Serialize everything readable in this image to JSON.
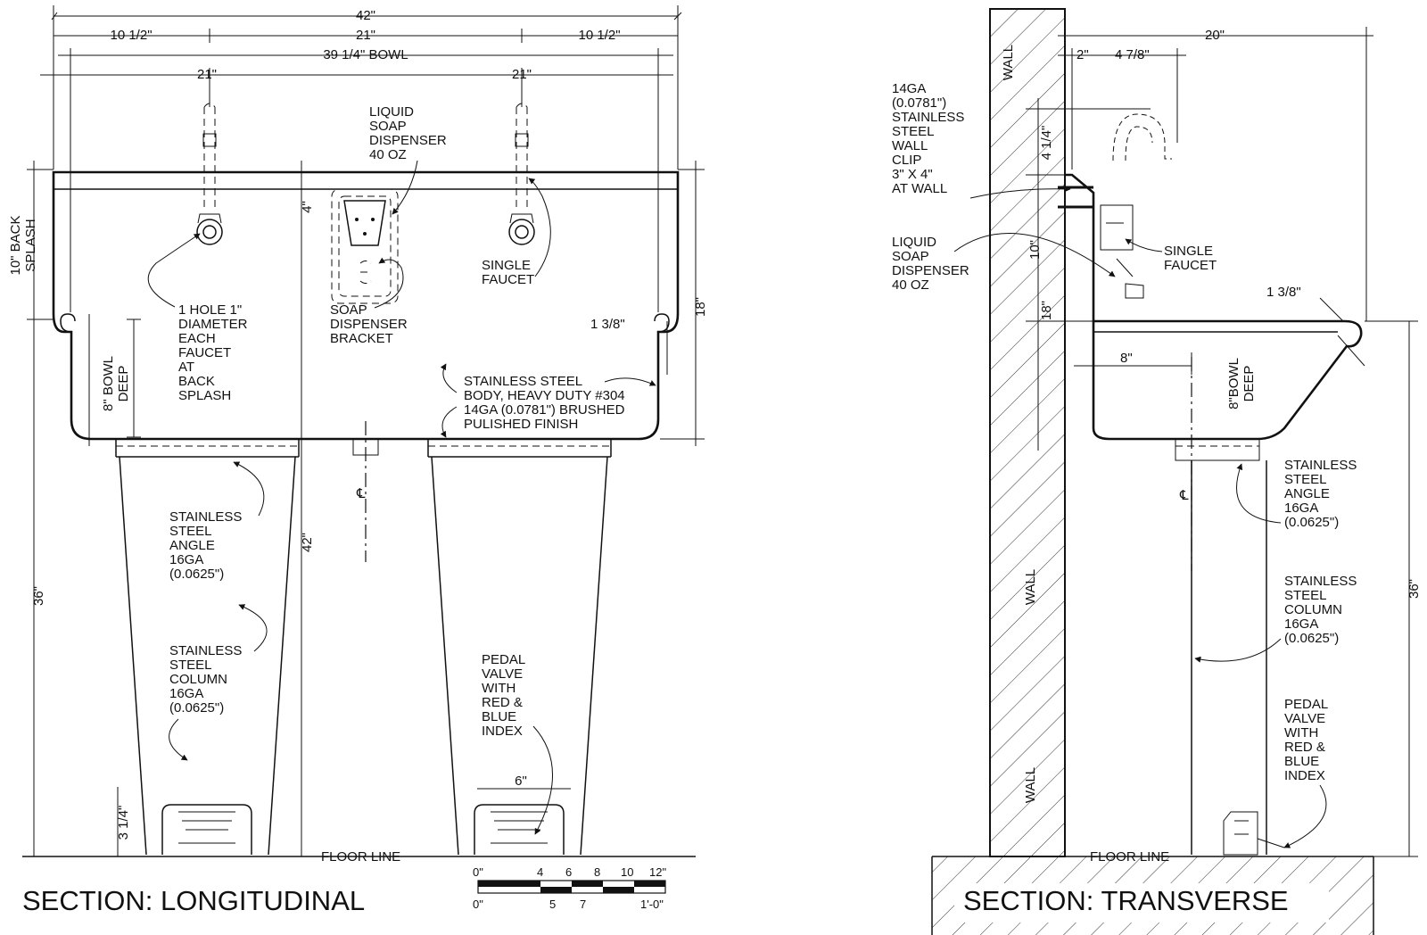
{
  "longitudinal": {
    "title": "SECTION: LONGITUDINAL",
    "dims": {
      "overall": "42\"",
      "half_left": "10 1/2\"",
      "center": "21\"",
      "half_right": "10 1/2\"",
      "bowl": "39 1/4\" BOWL",
      "faucet_left": "21\"",
      "faucet_right": "21\"",
      "backsplash_4": "4\"",
      "height_42": "42\"",
      "height_36": "36\"",
      "height_18": "18\"",
      "rim_1_3_8": "1 3/8\"",
      "pedal_6": "6\"",
      "pedal_3_1_4": "3 1/4\""
    },
    "labels": {
      "back_splash": [
        "10\" BACK",
        "SPLASH"
      ],
      "bowl_deep": [
        "8\" BOWL",
        "DEEP"
      ],
      "liquid_soap": [
        "LIQUID",
        "SOAP",
        "DISPENSER",
        "40 OZ"
      ],
      "faucet_hole": [
        "1 HOLE 1\"",
        "DIAMETER",
        "EACH",
        "FAUCET",
        "AT",
        "BACK",
        "SPLASH"
      ],
      "soap_bracket": [
        "SOAP",
        "DISPENSER",
        "BRACKET"
      ],
      "single_faucet": [
        "SINGLE",
        "FAUCET"
      ],
      "body": [
        "STAINLESS STEEL",
        "BODY, HEAVY DUTY #304",
        "14GA (0.0781\") BRUSHED",
        "PULISHED FINISH"
      ],
      "angle": [
        "STAINLESS",
        "STEEL",
        "ANGLE",
        "16GA",
        "(0.0625\")"
      ],
      "column": [
        "STAINLESS",
        "STEEL",
        "COLUMN",
        "16GA",
        "(0.0625\")"
      ],
      "pedal": [
        "PEDAL",
        "VALVE",
        "WITH",
        "RED &",
        "BLUE",
        "INDEX"
      ],
      "floor": "FLOOR LINE"
    },
    "scale": {
      "top": [
        "0\"",
        "4",
        "6",
        "8",
        "10",
        "12\""
      ],
      "bottom": [
        "0\"",
        "5",
        "7",
        "1'-0\""
      ]
    }
  },
  "transverse": {
    "title": "SECTION: TRANSVERSE",
    "dims": {
      "depth": "20\"",
      "d2": "2\"",
      "d4_7_8": "4 7/8\"",
      "d4_1_4": "4 1/4\"",
      "d10": "10\"",
      "d18": "18\"",
      "d1_3_8": "1 3/8\"",
      "d8": "8\"",
      "d36": "36\""
    },
    "labels": {
      "wall": "WALL",
      "clip": [
        "14GA",
        "(0.0781\")",
        "STAINLESS",
        "STEEL",
        "WALL",
        "CLIP",
        "3\" X 4\"",
        "AT WALL"
      ],
      "soap": [
        "LIQUID",
        "SOAP",
        "DISPENSER",
        "40 OZ"
      ],
      "faucet": [
        "SINGLE",
        "FAUCET"
      ],
      "bowl_deep": [
        "8\"BOWL",
        "DEEP"
      ],
      "angle": [
        "STAINLESS",
        "STEEL",
        "ANGLE",
        "16GA",
        "(0.0625\")"
      ],
      "column": [
        "STAINLESS",
        "STEEL",
        "COLUMN",
        "16GA",
        "(0.0625\")"
      ],
      "pedal": [
        "PEDAL",
        "VALVE",
        "WITH",
        "RED &",
        "BLUE",
        "INDEX"
      ],
      "floor": "FLOOR LINE"
    }
  }
}
